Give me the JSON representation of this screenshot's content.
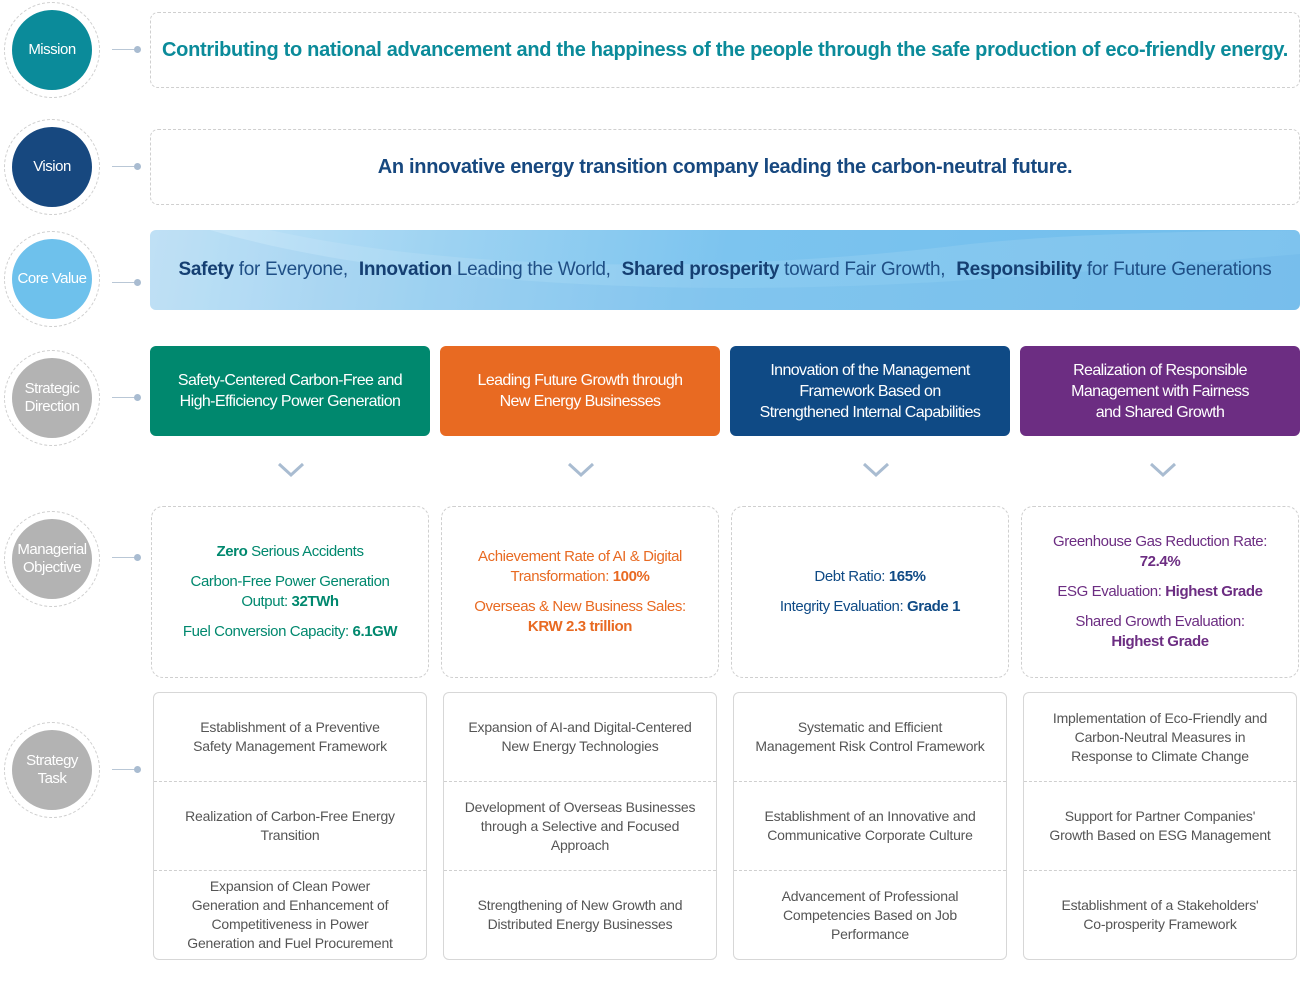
{
  "rows": {
    "mission": {
      "label": "Mission",
      "color": "#0b8b9a"
    },
    "vision": {
      "label": "Vision",
      "color": "#17487f"
    },
    "core_value": {
      "label": "Core Value",
      "color": "#6ec1ec"
    },
    "strategic_direction": {
      "label": "Strategic\nDirection",
      "color": "#b3b3b3"
    },
    "managerial_objective": {
      "label": "Managerial\nObjective",
      "color": "#b3b3b3"
    },
    "strategy_task": {
      "label": "Strategy\nTask",
      "color": "#b3b3b3"
    }
  },
  "mission_statement": "Contributing to national advancement and the happiness of the people through the safe production of eco-friendly energy.",
  "vision_statement": "An innovative energy transition company leading the carbon-neutral future.",
  "core_values": [
    {
      "keyword": "Safety",
      "text": "for Everyone,"
    },
    {
      "keyword": "Innovation",
      "text": "Leading the World,"
    },
    {
      "keyword": "Shared prosperity",
      "text": "toward Fair Growth,"
    },
    {
      "keyword": "Responsibility",
      "text": "for Future Generations"
    }
  ],
  "colors": {
    "mission_text": "#0b8b9a",
    "vision_text": "#17487f",
    "green": "#00886e",
    "orange": "#e86a22",
    "navy": "#0f4a85",
    "purple": "#6c2d82"
  },
  "directions": [
    {
      "title": "Safety-Centered Carbon-Free and\nHigh-Efficiency Power Generation"
    },
    {
      "title": "Leading Future Growth through\nNew Energy Businesses"
    },
    {
      "title": "Innovation of the Management\nFramework Based on\nStrengthened Internal Capabilities"
    },
    {
      "title": "Realization of Responsible\nManagement with Fairness\nand Shared Growth"
    }
  ],
  "objectives": [
    [
      {
        "pre": "",
        "value": "Zero",
        "post": " Serious Accidents"
      },
      {
        "pre": "Carbon-Free Power Generation\nOutput: ",
        "value": "32TWh",
        "post": ""
      },
      {
        "pre": "Fuel Conversion Capacity: ",
        "value": "6.1GW",
        "post": ""
      }
    ],
    [
      {
        "pre": "Achievement Rate of AI & Digital\nTransformation: ",
        "value": "100%",
        "post": ""
      },
      {
        "pre": "Overseas & New Business Sales:\n",
        "value": "KRW 2.3 trillion",
        "post": ""
      }
    ],
    [
      {
        "pre": "Debt Ratio: ",
        "value": "165%",
        "post": ""
      },
      {
        "pre": "Integrity Evaluation: ",
        "value": "Grade 1",
        "post": ""
      }
    ],
    [
      {
        "pre": "Greenhouse Gas Reduction Rate:\n",
        "value": "72.4%",
        "post": ""
      },
      {
        "pre": "ESG Evaluation: ",
        "value": "Highest Grade",
        "post": ""
      },
      {
        "pre": "Shared Growth Evaluation:\n",
        "value": "Highest Grade",
        "post": ""
      }
    ]
  ],
  "tasks": [
    [
      "Establishment of a Preventive\nSafety Management Framework",
      "Realization of Carbon-Free Energy\nTransition",
      "Expansion of Clean Power\nGeneration and Enhancement of\nCompetitiveness in Power\nGeneration and Fuel Procurement"
    ],
    [
      "Expansion of AI-and Digital-Centered\nNew Energy Technologies",
      "Development of Overseas Businesses\nthrough a Selective and Focused\nApproach",
      "Strengthening of New Growth and\nDistributed Energy Businesses"
    ],
    [
      "Systematic and Efficient\nManagement Risk Control Framework",
      "Establishment of an Innovative and\nCommunicative Corporate Culture",
      "Advancement of Professional\nCompetencies Based on Job\nPerformance"
    ],
    [
      "Implementation of Eco-Friendly and\nCarbon-Neutral Measures in\nResponse to Climate Change",
      "Support for Partner Companies'\nGrowth Based on ESG Management",
      "Establishment of a Stakeholders'\nCo-prosperity Framework"
    ]
  ]
}
